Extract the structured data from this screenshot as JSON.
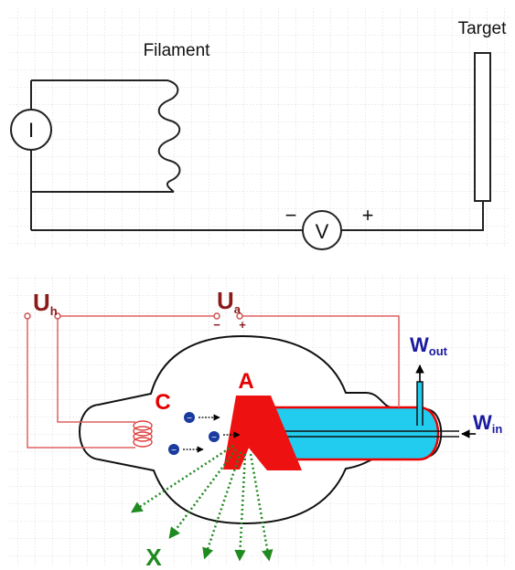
{
  "circuit": {
    "filament_label": "Filament",
    "target_label": "Target",
    "ammeter_symbol": "I",
    "voltmeter_symbol": "V",
    "minus_sign": "−",
    "plus_sign": "+"
  },
  "tube": {
    "uh_main": "U",
    "uh_sub": "h",
    "ua_main": "U",
    "ua_sub": "a",
    "ua_minus": "−",
    "ua_plus": "+",
    "cathode_label": "C",
    "anode_label": "A",
    "wout_main": "W",
    "wout_sub": "out",
    "win_main": "W",
    "win_sub": "in",
    "xray_label": "X",
    "electron_sign": "−"
  },
  "colors": {
    "circuit_line": "#222222",
    "tube_wire": "#e06060",
    "label_red": "#e60000",
    "label_darkred": "#8b1a1a",
    "water_blue": "#1a1aa0",
    "anode_fill": "#ee1111",
    "coolant_fill": "#22ccee",
    "electron_fill": "#1a3aa0",
    "xray_green": "#1f8a1f"
  }
}
